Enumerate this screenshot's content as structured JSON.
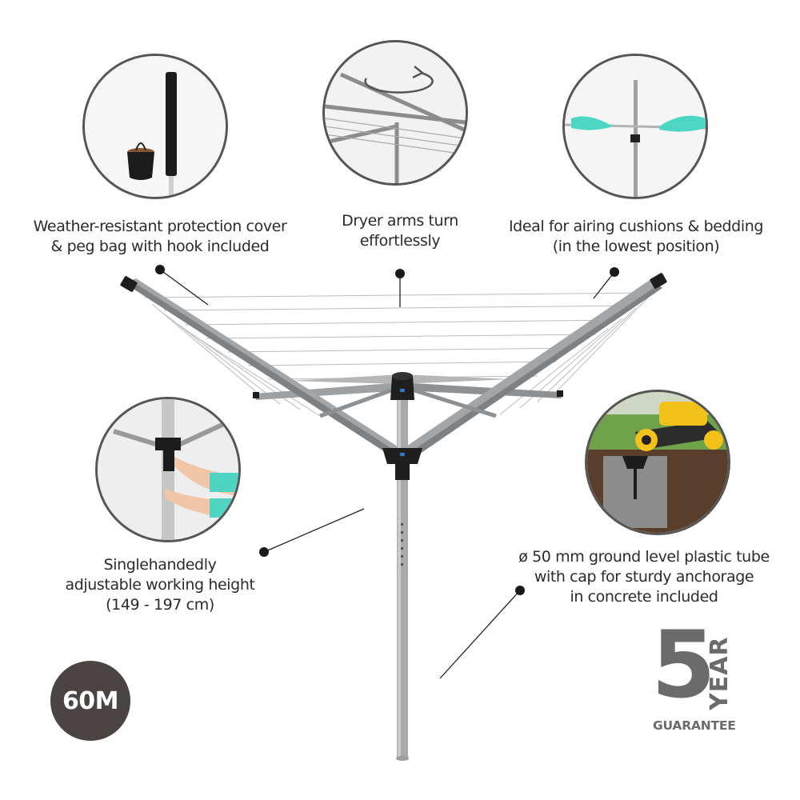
{
  "features": {
    "cover": {
      "lines": [
        "Weather-resistant protection cover",
        "& peg bag with hook included"
      ]
    },
    "rotate": {
      "lines": [
        "Dryer arms turn",
        "effortlessly"
      ]
    },
    "airing": {
      "lines": [
        "Ideal for airing cushions & bedding",
        "(in the lowest position)"
      ]
    },
    "height": {
      "lines": [
        "Singlehandedly",
        "adjustable working height",
        "(149 - 197 cm)"
      ]
    },
    "tube": {
      "lines": [
        "ø 50 mm ground level plastic tube",
        "with cap for sturdy anchorage",
        "in concrete included"
      ]
    }
  },
  "badge": {
    "length": "60M"
  },
  "guarantee": {
    "number": "5",
    "word": "YEAR",
    "label": "GUARANTEE"
  },
  "colors": {
    "dark": "#4a4443",
    "grey": "#6b6b6b",
    "frame": "#a9abad",
    "accent": "#4ed6c4"
  }
}
